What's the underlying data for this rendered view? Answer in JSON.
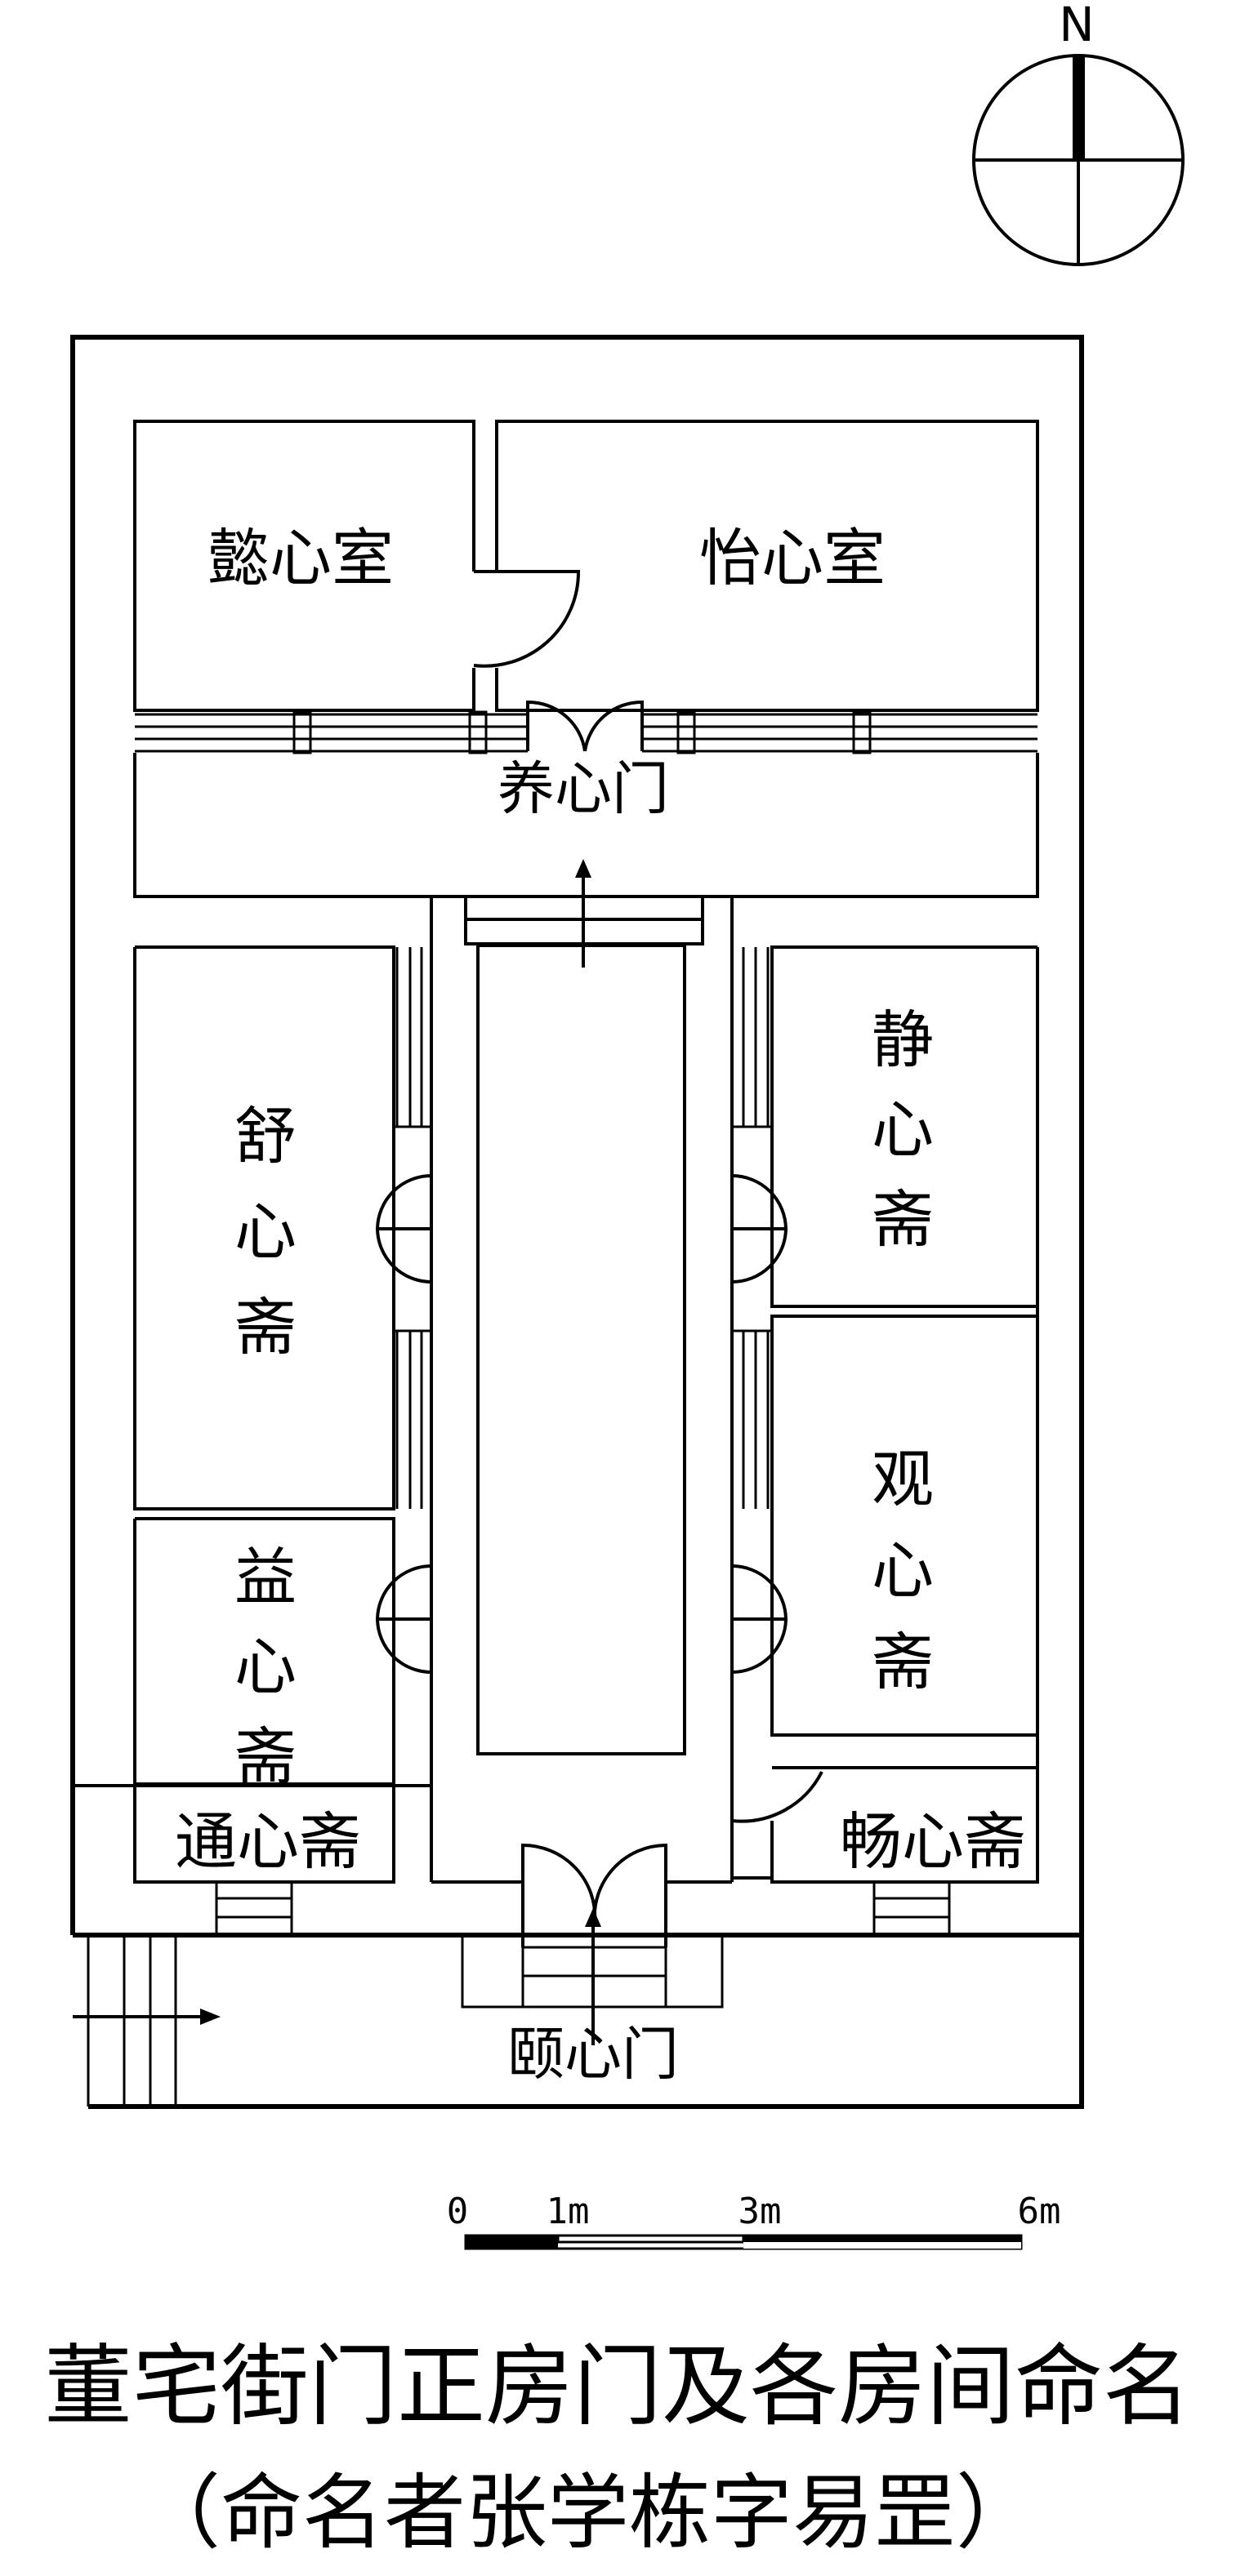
{
  "compass": {
    "north_label": "N"
  },
  "rooms": {
    "yixin_shi": "懿心室",
    "yixin_shi_2": "怡心室",
    "shuxin_zhai": [
      "舒",
      "心",
      "斋"
    ],
    "jingxin_zhai": [
      "静",
      "心",
      "斋"
    ],
    "guanxin_zhai": [
      "观",
      "心",
      "斋"
    ],
    "yixin_zhai": [
      "益",
      "心",
      "斋"
    ],
    "tongxin_zhai": "通心斋",
    "changxin_zhai": "畅心斋"
  },
  "gates": {
    "yangxin_men": "养心门",
    "yixin_men": "颐心门"
  },
  "scale_bar": {
    "labels": [
      "0",
      "1m",
      "3m",
      "6m"
    ]
  },
  "title": "董宅街门正房门及各房间命名",
  "subtitle": "（命名者张学栋字易罡）"
}
